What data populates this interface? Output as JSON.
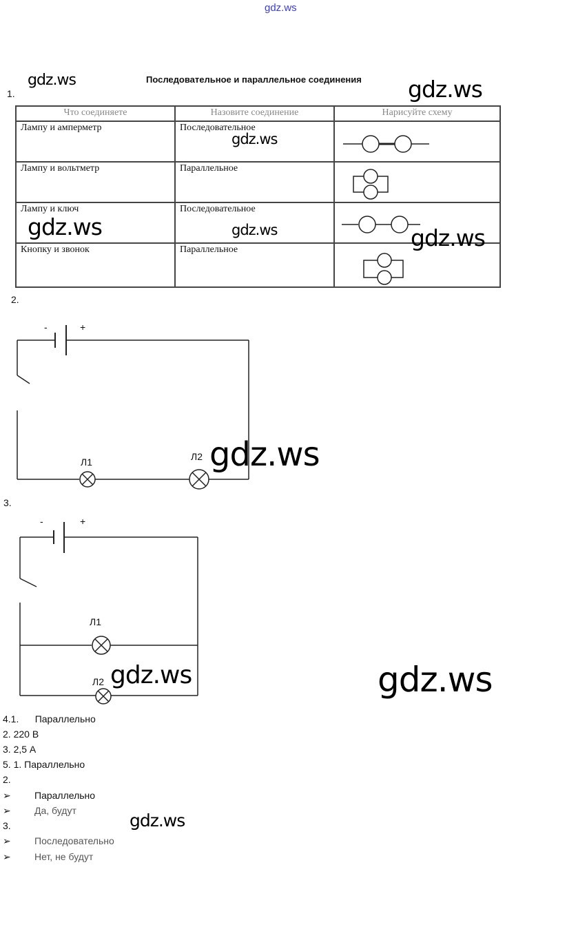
{
  "header_link": "gdz.ws",
  "title": "Последовательное и параллельное соединения",
  "watermark": "gdz.ws",
  "task1": {
    "number": "1.",
    "headers": [
      "Что соединяете",
      "Назовите соединение",
      "Нарисуйте схему"
    ],
    "rows": [
      {
        "what": "Лампу и амперметр",
        "connection": "Последовательное",
        "scheme": "series"
      },
      {
        "what": "Лампу и вольтметр",
        "connection": "Параллельное",
        "scheme": "parallel"
      },
      {
        "what": "Лампу и ключ",
        "connection": "Последовательное",
        "scheme": "series"
      },
      {
        "what": "Кнопку и звонок",
        "connection": "Параллельное",
        "scheme": "parallel"
      }
    ]
  },
  "task2": {
    "number": "2.",
    "minus": "-",
    "plus": "+",
    "lamp1": "Л1",
    "lamp2": "Л2"
  },
  "task3": {
    "number": "3.",
    "minus": "-",
    "plus": "+",
    "lamp1": "Л1",
    "lamp2": "Л2"
  },
  "answers": [
    "4.1.      Параллельно",
    "2. 220 В",
    "3. 2,5 А",
    "5. 1. Параллельно",
    "2."
  ],
  "bullets5_2": [
    "Параллельно",
    "Да, будут"
  ],
  "label5_3": "3.",
  "bullets5_3": [
    "Последовательно",
    "Нет, не будут"
  ],
  "bullet_icon": "➢"
}
